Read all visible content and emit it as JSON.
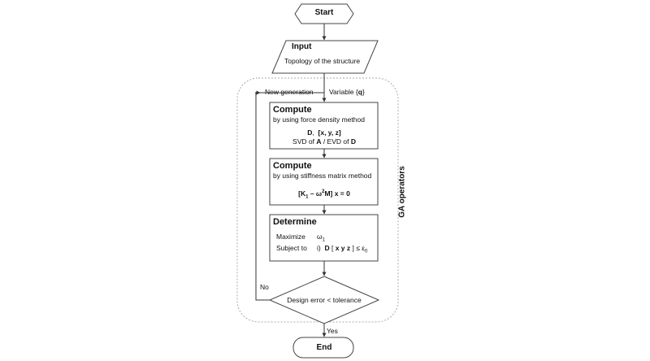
{
  "start": "Start",
  "input": {
    "title": "Input",
    "text": "Topology of the structure"
  },
  "loop": {
    "new_generation": "New generation",
    "variable": "Variable {q}"
  },
  "compute_fdm": {
    "title": "Compute",
    "method": "by using force density method",
    "line1": "D, [x, y, z]",
    "line2": "SVD of A / EVD of D"
  },
  "compute_stiffness": {
    "title": "Compute",
    "method": "by using stiffness matrix method",
    "equation": "[K₁ − ω²M] x = 0"
  },
  "determine": {
    "title": "Determine",
    "maximize_label": "Maximize",
    "maximize_value": "ω₁",
    "subject_label": "Subject to",
    "subject_value": "i) D [ x y z ] ≤ ε₀"
  },
  "decision": {
    "text": "Design error < tolerance",
    "no": "No",
    "yes": "Yes"
  },
  "end": "End",
  "ga_operators": "GA operators"
}
